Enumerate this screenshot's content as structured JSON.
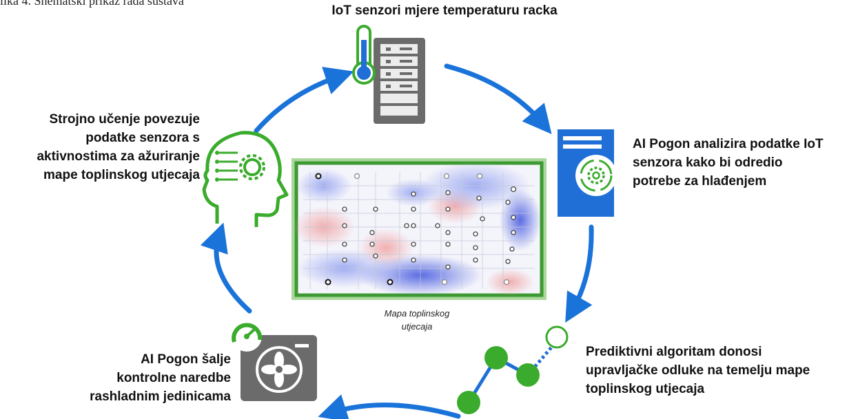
{
  "caption_top": "lika 4.  Shematski prikaz rada sustava",
  "nodes": {
    "iot_sensors": "IoT senzori mjere temperaturu racka",
    "ai_analysis_lines": [
      "AI Pogon analizira podatke IoT",
      "senzora kako bi odredio",
      "potrebe za hlađenjem"
    ],
    "predictive_lines": [
      "Prediktivni algoritam donosi",
      "upravljačke odluke na temelju mape",
      "toplinskog utjecaja"
    ],
    "ai_commands_lines": [
      "AI Pogon šalje",
      "kontrolne naredbe",
      "rashladnim jedinicama"
    ],
    "ml_lines": [
      "Strojno učenje povezuje",
      "podatke senzora s",
      "aktivnostima za ažuriranje",
      "mape toplinskog utjecaja"
    ]
  },
  "heatmap": {
    "label_lines": [
      "Mapa toplinskog",
      "utjecaja"
    ]
  },
  "colors": {
    "arrow": "#1a73d9",
    "green": "#3aab2c",
    "server_gray": "#6b6b6b",
    "server_blue": "#1f6fd6",
    "frame_green": "#3d9a32",
    "frame_light": "#a9d79c"
  },
  "icons": [
    "thermometer-icon",
    "server-rack-icon",
    "server-gear-icon",
    "network-graph-icon",
    "fan-unit-icon",
    "gauge-icon",
    "ai-head-icon"
  ]
}
